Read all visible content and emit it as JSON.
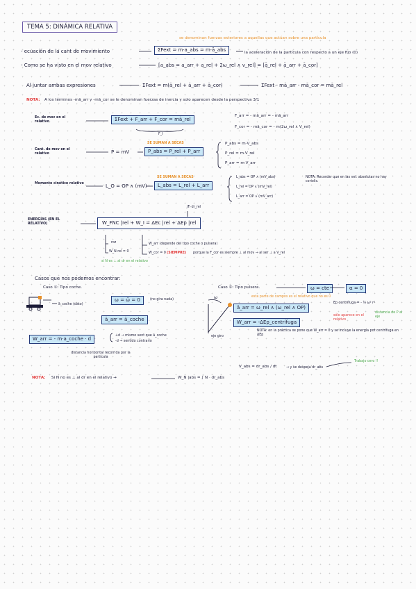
{
  "title": "TEMA 5: DINÁMICA RELATIVA",
  "intro": {
    "orange_note": "se denominan fuerzas exteriores a aquellas que actúan sobre una partícula",
    "line1_label": "- ecuación de la cant de movimiento",
    "line1_formula": "ΣFext = m·a_abs = m·ā_abs",
    "line1_note": "la aceleración de la partícula con respecto a un eje fijo (0)",
    "line2_label": "- Como se ha visto en el mov relativo",
    "line2_formula": "[a_abs = a_arr + a_rel + 2ω_rel ∧ v_rel] = [ā_rel + ā_arr + ā_cor]",
    "line3_label": "Al juntar ambas expresiones",
    "line3_f1": "ΣFext = m(ā_rel + ā_arr + ā_cor)",
    "line3_f2": "ΣFext - mā_arr - mā_cor = mā_rel",
    "note_label": "NOTA:",
    "note_text": "A los términos -mā_arr y -mā_cor se le denominan fuerzas de inercia y solo aparecen desde la perspectiva 3/1"
  },
  "section_mov": {
    "label": "Ec. de mov en el relativo",
    "formula": "ΣFext + F_arr + F_cor = mā_rel",
    "sub": "F_I",
    "def1": "F_arr = - mā_arr = - mā_arr",
    "def2": "F_cor = - mā_cor = - m(2ω_rel ∧ V_rel)"
  },
  "section_cant": {
    "label": "Cant. de mov en el relativo",
    "lhs": "P = mV",
    "orange": "SE SUMAN A SECAS",
    "formula": "P_abs = P_rel + P_arr",
    "brace1": "P_abs = m·V_abs",
    "brace2": "P_rel = m·V_rel",
    "brace3": "P_arr = m·V_arr"
  },
  "section_ang": {
    "label": "Momento cinético relativo",
    "lhs": "L_O = OP ∧ (mV)",
    "orange": "SE SUMAN A SECAS",
    "formula": "L_abs = L_rel + L_arr",
    "brace1": "L_abs = OP ∧ (mV_abs)",
    "brace2": "L_rel = OP ∧ (mV_rel)",
    "brace3": "L_arr = OP ∧ (mV_arr)",
    "note": "NOTA: Recordar que en las vel. absolutas no hay coriolis."
  },
  "section_energy": {
    "label": "ENERGÍAS (EN EL RELATIVO)",
    "top": "∫Fᵢ·dr_rel",
    "formula": "W_FNC |rel + W_I = ΔEc |rel + ΔEp |rel",
    "roz": "roz",
    "wn": "W_N rel = 0",
    "warr": "W_arr (depende del tipo coche o pulsera)",
    "wcor": "W_cor = 0",
    "wcor_red": "(SIEMPRE)",
    "wcor_note": "porque la F_cor es siempre ⊥ al mov → al ser ⊥ a V_rel",
    "green": "si N es ⊥ al dr en el relativo"
  },
  "cases": {
    "heading": "Casos que nos podemos encontrar:",
    "case1": {
      "title": "Caso ①: Tipo coche.",
      "acoche": "ā_coche (dato)",
      "omega": "ω = ω̄ = 0",
      "omega_note": "(no gira nada)",
      "aarr": "ā_arr = ā_coche",
      "warr": "W_arr = - m·a_coche · d",
      "plus": "+d → mismo sent que ā_coche",
      "minus": "-d → sentido contrario",
      "dist": "distancia horizontal recorrida por la partícula"
    },
    "case2": {
      "title": "Caso ②: Tipo pulsera.",
      "omega": "ω = cte",
      "alpha": "α = 0",
      "orange": "esta parte de campos es el relativo que no es 0",
      "aarr": "ā_arr = ω_rel ∧ (ω_rel ∧ OP)",
      "ep": "Ep centrífuga = - ½ ω² r²",
      "ep_sub": "sólo aparece en el relativo",
      "ep_green": "distancia de P al eje",
      "warr": "W_arr = -ΔEp_centrífuga",
      "eje": "eje giro",
      "note": "NOTA: en la práctica se pone que W_arr = 0 y se incluye la energía pot centrífuga en ΔEp"
    }
  },
  "bottom": {
    "vabs": "V_abs = dr_abs / dt",
    "vabs_note": "→ y se despeja dr_abs",
    "green": "Trabajo cero !!",
    "nota_label": "NOTA:",
    "nota": "Si N no es ⊥ al dr en el relativo →",
    "wn": "W_N |abs = ∫ N · dr_abs"
  }
}
